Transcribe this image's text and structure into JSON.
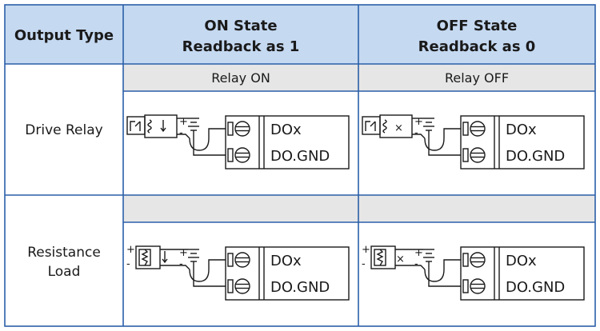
{
  "header": {
    "col1": "Output Type",
    "col2_line1": "ON State",
    "col2_line2": "Readback as 1",
    "col3_line1": "OFF State",
    "col3_line2": "Readback as 0"
  },
  "rows": [
    {
      "type_lines": [
        "Drive Relay"
      ],
      "on_label": "Relay ON",
      "off_label": "Relay OFF"
    },
    {
      "type_lines": [
        "Resistance",
        "Load"
      ],
      "on_label": "",
      "off_label": ""
    }
  ],
  "terminals": {
    "top": "DOx",
    "bottom": "DO.GND"
  },
  "symbols": {
    "plus": "+",
    "minus": "-",
    "closed_mark": "↓",
    "open_mark": "×"
  },
  "colors": {
    "header_bg": "#c5d9f1",
    "label_bg": "#e6e6e6",
    "grid": "#2b5fa8",
    "text": "#1a1a1a"
  }
}
